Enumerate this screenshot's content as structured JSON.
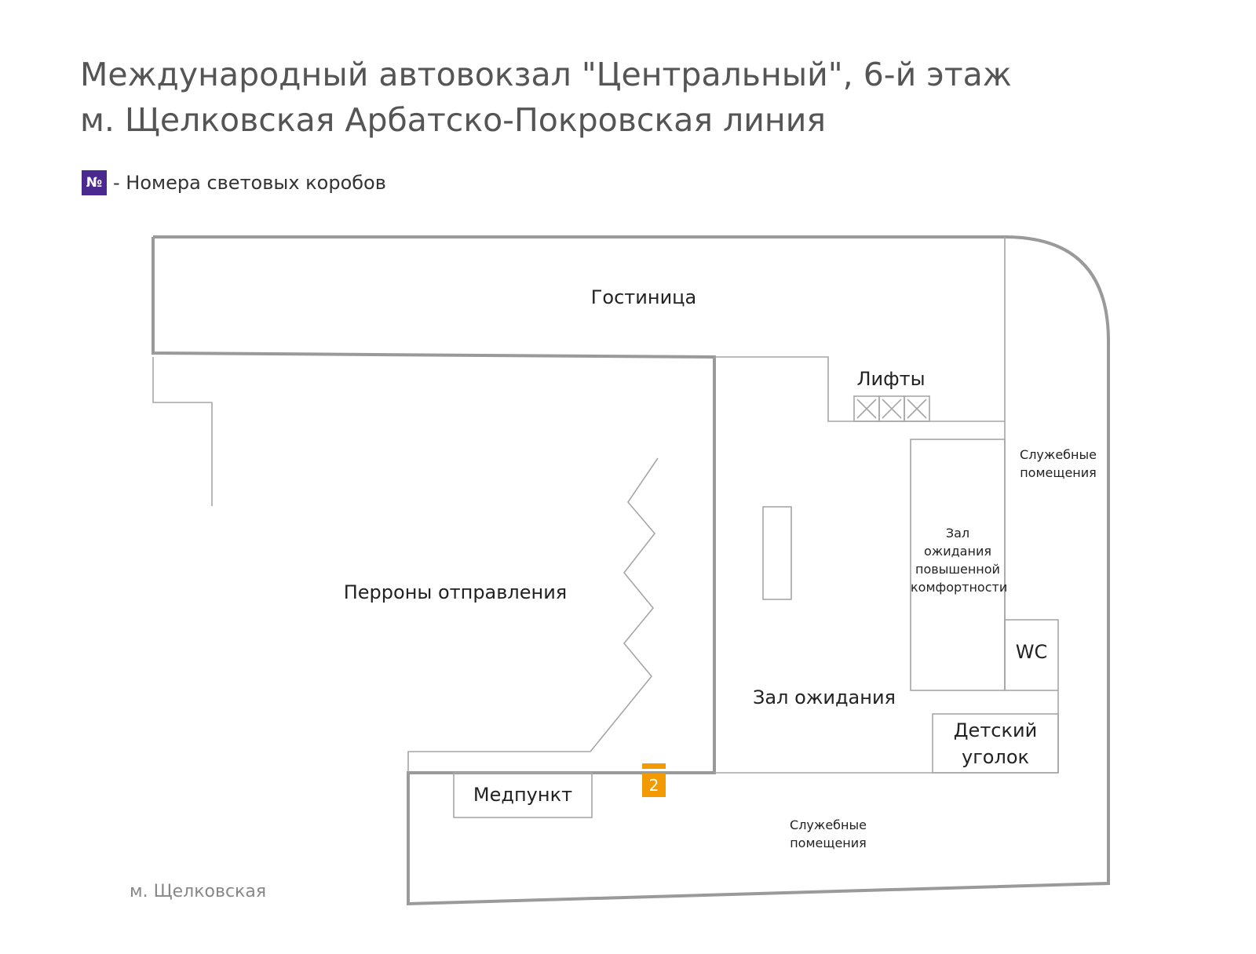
{
  "title": {
    "line1": "Международный автовокзал \"Центральный\", 6-й этаж",
    "line2": "м. Щелковская Арбатско-Покровская линия"
  },
  "legend": {
    "badge": "№",
    "text": "- Номера световых коробов"
  },
  "rooms": {
    "hotel": "Гостиница",
    "elevators": "Лифты",
    "service_top": "Служебные\nпомещения",
    "comfort_hall": "Зал\nожидания\nповышенной\nкомфортности",
    "wc": "WC",
    "platforms": "Перроны отправления",
    "waiting_hall": "Зал ожидания",
    "kids_corner": "Детский\nуголок",
    "medpoint": "Медпункт",
    "service_bottom": "Служебные\nпомещения"
  },
  "marker": {
    "number": "2"
  },
  "metro_label": "м. Щелковская",
  "colors": {
    "wall": "#9a9a9a",
    "inner_line": "#a6a6a6",
    "legend_badge": "#4b2a90",
    "marker": "#f29a00"
  }
}
